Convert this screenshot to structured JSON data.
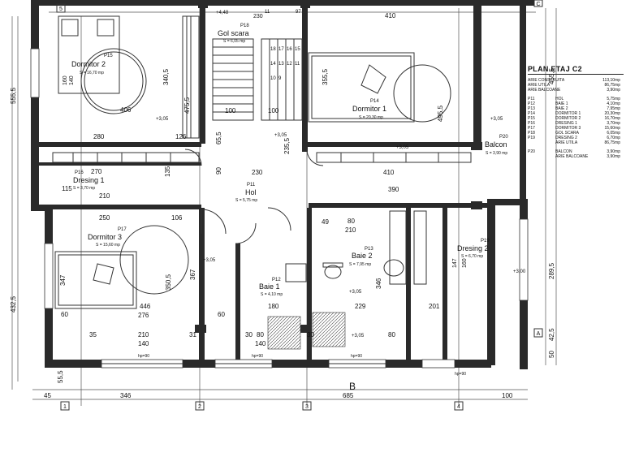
{
  "plan_title": "PLAN ETAJ C2",
  "summary": [
    {
      "label": "ARIE CONSTRUITA",
      "value": "113,10mp"
    },
    {
      "label": "ARIE UTILA",
      "value": "86,75mp"
    },
    {
      "label": "ARIE BALCOANE",
      "value": "3,90mp"
    }
  ],
  "room_table": [
    {
      "code": "P11",
      "name": "HOL",
      "value": "5,75mp"
    },
    {
      "code": "P12",
      "name": "BAIE 1",
      "value": "4,10mp"
    },
    {
      "code": "P13",
      "name": "BAIE 2",
      "value": "7,95mp"
    },
    {
      "code": "P14",
      "name": "DORMITOR 1",
      "value": "20,30mp"
    },
    {
      "code": "P15",
      "name": "DORMITOR 2",
      "value": "16,70mp"
    },
    {
      "code": "P16",
      "name": "DRESING 1",
      "value": "3,70mp"
    },
    {
      "code": "P17",
      "name": "DORMITOR 3",
      "value": "15,60mp"
    },
    {
      "code": "P18",
      "name": "GOL SCARA",
      "value": "6,05mp"
    },
    {
      "code": "P19",
      "name": "DRESING 2",
      "value": "6,70mp"
    },
    {
      "code": "",
      "name": "ARIE UTILA",
      "value": "86,75mp"
    }
  ],
  "balcony_table": [
    {
      "code": "P20",
      "name": "BALCON",
      "value": "3,90mp"
    },
    {
      "code": "",
      "name": "ARIE BALCOANE",
      "value": "3,90mp"
    }
  ],
  "rooms": [
    {
      "code": "P15",
      "name": "Dormitor 2",
      "area": "S = 16,70 mp"
    },
    {
      "code": "P18",
      "name": "Gol scara",
      "area": "S = 6,05 mp"
    },
    {
      "code": "P14",
      "name": "Dormitor 1",
      "area": "S = 20,30 mp"
    },
    {
      "code": "P20",
      "name": "Balcon",
      "area": "S = 3,90 mp"
    },
    {
      "code": "P16",
      "name": "Dresing 1",
      "area": "S = 3,70 mp"
    },
    {
      "code": "P11",
      "name": "Hol",
      "area": "S = 5,75 mp"
    },
    {
      "code": "P17",
      "name": "Dormitor 3",
      "area": "S = 15,60 mp"
    },
    {
      "code": "P12",
      "name": "Baie 1",
      "area": "S = 4,10 mp"
    },
    {
      "code": "P13",
      "name": "Baie 2",
      "area": "S = 7,95 mp"
    },
    {
      "code": "P19",
      "name": "Dresing 2",
      "area": "S = 6,70 mp"
    }
  ],
  "levels": [
    "+3,05",
    "+3,05",
    "+3,05",
    "+3,05",
    "+3,05",
    "+3,05",
    "+3,00",
    "+3,05",
    "+4,48"
  ],
  "dimensions": {
    "top": [
      "406",
      "230",
      "11",
      "97",
      "410",
      "340,5",
      "475,5",
      "100",
      "100"
    ],
    "middle": [
      "280",
      "126",
      "270",
      "115",
      "210",
      "230",
      "410",
      "390",
      "250",
      "106",
      "210",
      "80",
      "49"
    ],
    "lower": [
      "446",
      "276",
      "180",
      "229",
      "201",
      "210",
      "140",
      "140",
      "80",
      "80",
      "30",
      "30",
      "31",
      "35",
      "60",
      "60"
    ],
    "vertical": [
      "555,5",
      "432,5",
      "455,5",
      "495,5",
      "289,5",
      "347",
      "367",
      "350,5",
      "346",
      "147",
      "160",
      "42,5",
      "50",
      "160",
      "140",
      "355,5",
      "235,5",
      "65,5",
      "135",
      "90"
    ],
    "bottom": [
      "45",
      "346",
      "685",
      "100",
      "55,5"
    ]
  },
  "axis_label": "B",
  "stair_numbers": [
    "18",
    "17",
    "16",
    "15",
    "14",
    "13",
    "12",
    "11",
    "10",
    "9"
  ],
  "window_labels": [
    "hp=90",
    "hp=90",
    "hp=90",
    "hp=90"
  ],
  "axis_markers": [
    "1",
    "2",
    "3",
    "4",
    "5",
    "A",
    "C"
  ]
}
